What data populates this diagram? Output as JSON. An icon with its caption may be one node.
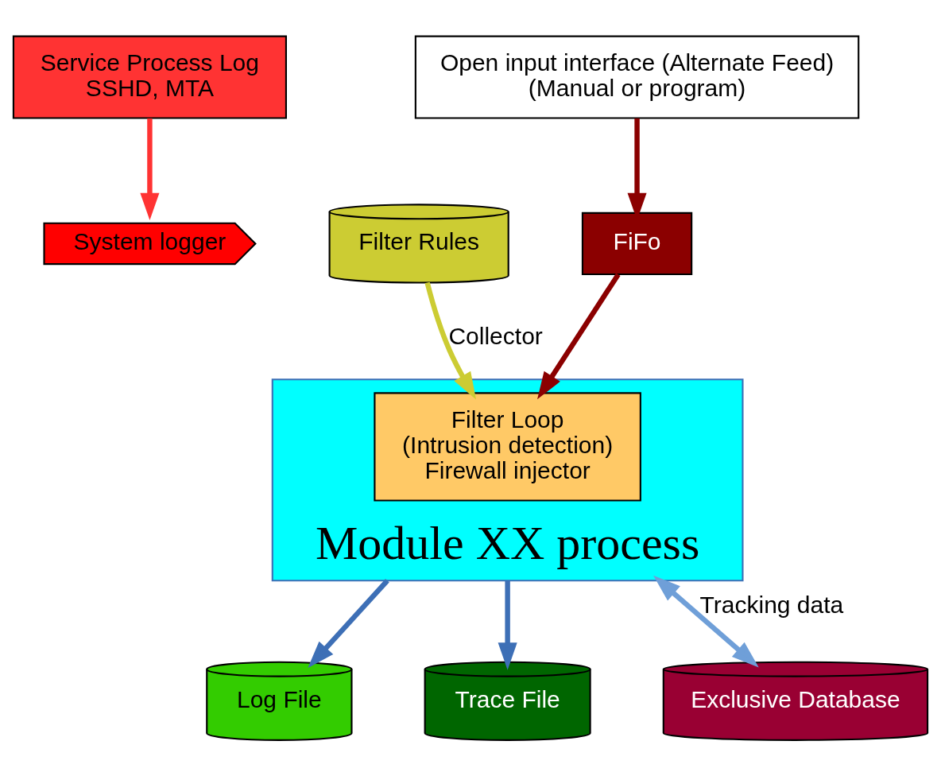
{
  "diagram": {
    "nodes": [
      {
        "text": [
          "Service Process Log",
          "SSHD, MTA"
        ]
      },
      {
        "text": [
          "System logger"
        ]
      },
      {
        "text": [
          "FiFo"
        ]
      },
      {
        "text": [
          "Open input interface (Alternate Feed)",
          "(Manual or program)"
        ]
      },
      {
        "text": [
          "Log File"
        ]
      },
      {
        "text": [
          "Trace File"
        ]
      },
      {
        "text": [
          "Module XX process"
        ]
      },
      {
        "text": [
          "Filter Loop",
          "(Intrusion detection)",
          "Firewall injector"
        ],
        "in": 6
      },
      {
        "text": [
          "Filter Rules"
        ]
      },
      {
        "text": [
          "Exclusive Database"
        ]
      }
    ],
    "edges": [
      {
        "from": 0,
        "to": 1,
        "arrow": "to",
        "color": "#ff3333"
      },
      {
        "from": 2,
        "to": 7,
        "arrow": "to",
        "color": "#8b0000"
      },
      {
        "from": 3,
        "to": 2,
        "arrow": "to",
        "color": "#8b0000"
      },
      {
        "from": 6,
        "to": 4,
        "arrow": "to",
        "color": "#3d6fb6"
      },
      {
        "from": 6,
        "to": 5,
        "arrow": "to",
        "color": "#3d6fb6"
      },
      {
        "from": 8,
        "to": 7,
        "arrow": "to",
        "label": "Collector",
        "color": "#cccc33"
      },
      {
        "from": 6,
        "to": 9,
        "arrow": "both",
        "label": "Tracking data",
        "color": "#6f9fd8"
      }
    ]
  }
}
